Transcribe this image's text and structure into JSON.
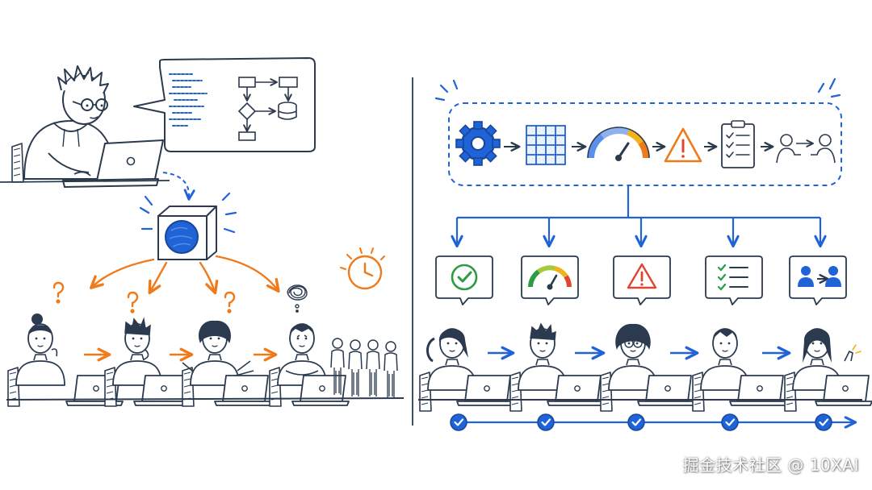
{
  "watermark": "掘金技术社区 @ 10XAI",
  "colors": {
    "ink": "#2b3a4e",
    "blue": "#1f63d6",
    "blue_light": "#5b8fe8",
    "orange": "#f07a1a",
    "red": "#e0452f",
    "yellow": "#f2b21b",
    "green": "#2e9a44",
    "skin": "#fdfdfd",
    "hair": "#2b3a4e"
  },
  "left_panel": {
    "developer": "developer-at-laptop",
    "speech_bubble": {
      "code_lines": 9,
      "flowchart_icon": "flowchart-icon"
    },
    "black_box_icon": "black-box-cube-icon",
    "clock_icon": "clock-icon",
    "team_states": [
      "question",
      "question",
      "question",
      "confused-scribble"
    ],
    "queue_people": 4
  },
  "right_panel": {
    "pipeline_icons": [
      "gear-icon",
      "grid-table-icon",
      "gauge-icon",
      "warning-triangle-icon",
      "checklist-icon",
      "handoff-icon"
    ],
    "member_bubbles": [
      "check-circle-icon",
      "gauge-icon",
      "warning-triangle-icon",
      "checklist-icon",
      "handoff-icon"
    ],
    "progress_checks": 5
  }
}
